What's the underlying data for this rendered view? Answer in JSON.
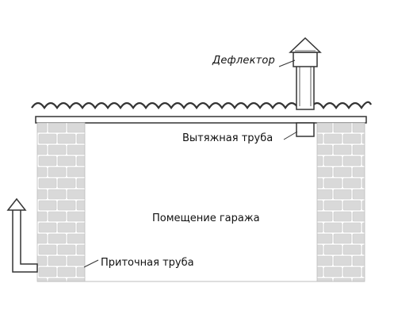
{
  "labels": {
    "deflector": "Дефлектор",
    "exhaust_pipe": "Вытяжная труба",
    "garage_room": "Помещение гаража",
    "supply_pipe": "Приточная труба"
  },
  "colors": {
    "line": "#333333",
    "brick_fill": "#d9d9d9",
    "brick_mortar": "#ffffff",
    "background": "#ffffff"
  }
}
